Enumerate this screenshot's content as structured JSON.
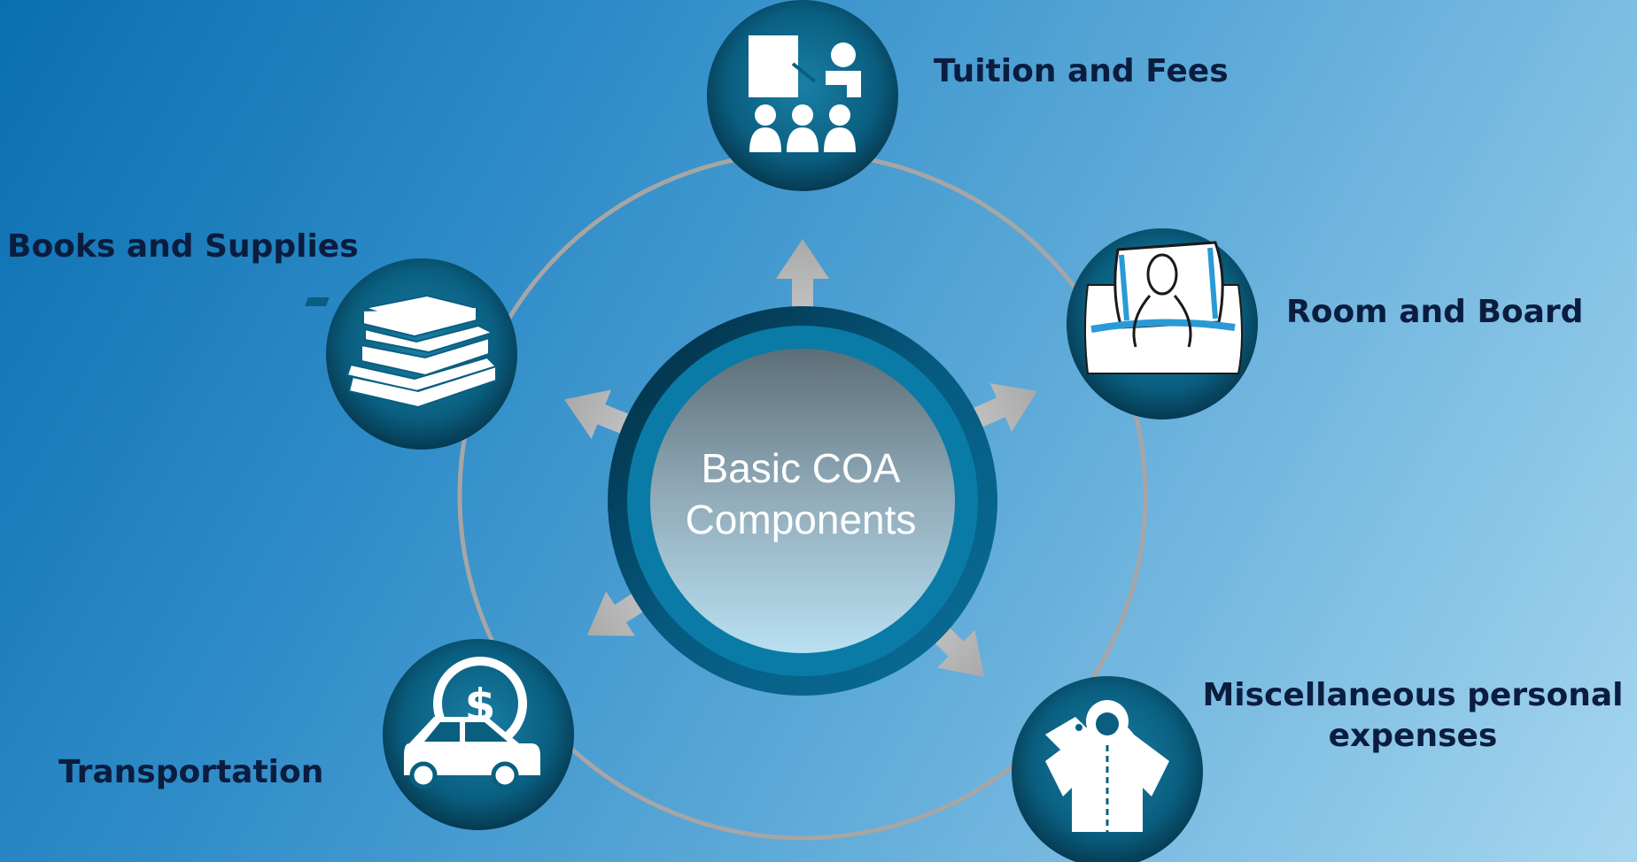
{
  "center": {
    "line1": "Basic COA",
    "line2": "Components"
  },
  "components": {
    "tuition": {
      "label": "Tuition and Fees",
      "icon": "classroom-icon"
    },
    "room": {
      "label": "Room and Board",
      "icon": "bed-icon"
    },
    "misc": {
      "line1": "Miscellaneous personal",
      "line2": "expenses",
      "icon": "jacket-tag-icon"
    },
    "transportation": {
      "label": "Transportation",
      "icon": "car-dollar-icon"
    },
    "books": {
      "label": "Books and Supplies",
      "icon": "books-stack-icon"
    }
  },
  "colors": {
    "label_text": "#0b1d3f",
    "node_fill": "#0a5f80",
    "ring": "#a6a6a6"
  }
}
